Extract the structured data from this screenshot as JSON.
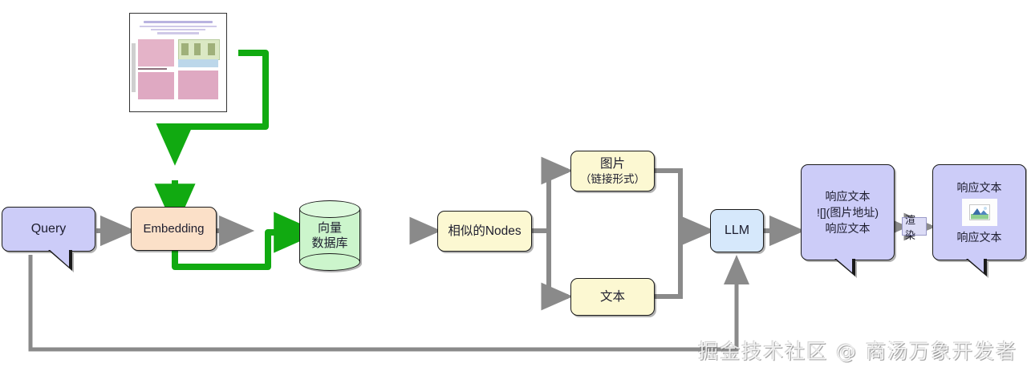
{
  "diagram": {
    "title": "RAG multimodal pipeline flow",
    "background": "#ffffff",
    "colors": {
      "purple_node": "#ccccf8",
      "peach_node": "#fbe0c8",
      "yellow_node": "#fcf8d2",
      "blue_node": "#d6e8fb",
      "green_cylinder": "#ccf5cc",
      "green_arrow": "#11aa11",
      "gray_arrow": "#808080",
      "render_label_bg": "#dcdcf6"
    }
  },
  "nodes": {
    "query": {
      "label": "Query"
    },
    "embedding": {
      "label": "Embedding"
    },
    "vector_db": {
      "line1": "向量",
      "line2": "数据库"
    },
    "similar_nodes": {
      "label": "相似的Nodes"
    },
    "image_branch": {
      "line1": "图片",
      "line2": "（链接形式）"
    },
    "text_branch": {
      "label": "文本"
    },
    "llm": {
      "label": "LLM"
    },
    "response_raw": {
      "line1": "响应文本",
      "line2": "![](图片地址)",
      "line3": "响应文本"
    },
    "response_rendered": {
      "line1": "响应文本",
      "image_alt": "image-placeholder-icon",
      "line3": "响应文本"
    }
  },
  "edges": {
    "render_label": "渲染"
  },
  "document": {
    "name": "paper-thumbnail"
  },
  "watermark": {
    "text": "掘金技术社区 @ 商汤万象开发者"
  }
}
